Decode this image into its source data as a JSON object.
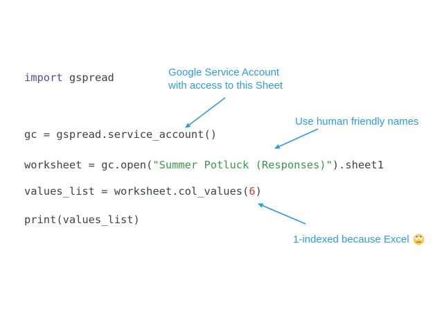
{
  "slide": {
    "background": "#ffffff",
    "type": "code-slide"
  },
  "colors": {
    "annotation_blue": "#2b9ce5",
    "code_plain": "#3e4148",
    "keyword_purple": "#4b4ba8",
    "string_green": "#38994a",
    "number_red": "#cf3f2e"
  },
  "code": {
    "language": "python",
    "lines": [
      {
        "tokens": [
          {
            "text": "import",
            "type": "keyword"
          },
          {
            "text": " gspread",
            "type": "plain"
          }
        ]
      },
      {
        "tokens": [
          {
            "text": "gc = gspread.service_account()",
            "type": "plain"
          }
        ]
      },
      {
        "tokens": [
          {
            "text": "worksheet = gc.open(",
            "type": "plain"
          },
          {
            "text": "\"Summer Potluck (Responses)\"",
            "type": "string"
          },
          {
            "text": ").sheet1",
            "type": "plain"
          }
        ]
      },
      {
        "tokens": [
          {
            "text": "values_list = worksheet.col_values(",
            "type": "plain"
          },
          {
            "text": "6",
            "type": "number"
          },
          {
            "text": ")",
            "type": "plain"
          }
        ]
      },
      {
        "tokens": [
          {
            "text": "print(values_list)",
            "type": "plain"
          }
        ]
      }
    ]
  },
  "annotations": [
    {
      "lines": [
        "Google Service Account",
        "with access to this Sheet"
      ],
      "points_to": "gspread.service_account()"
    },
    {
      "text": "Use human friendly names",
      "points_to": "Summer Potluck (Responses)"
    },
    {
      "text": "1-indexed because Excel",
      "emoji": "🙄",
      "points_to": "col_values(6)"
    }
  ]
}
